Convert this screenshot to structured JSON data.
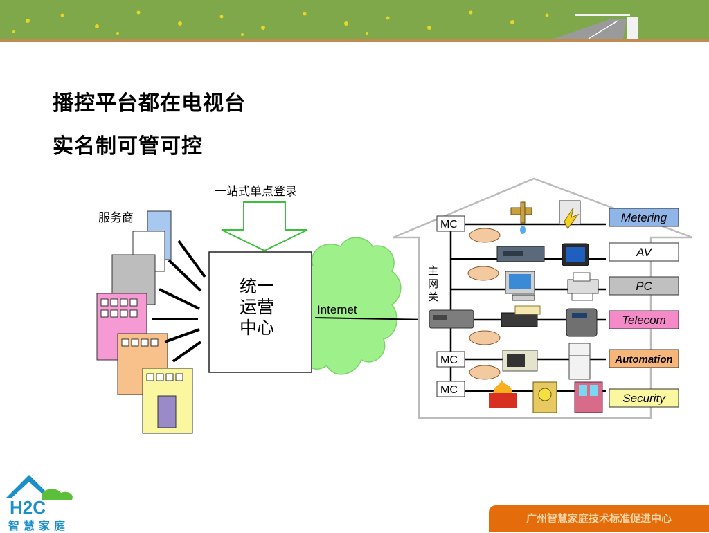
{
  "slide": {
    "heading_line1": "播控平台都在电视台",
    "heading_line2": "实名制可管可控"
  },
  "diagram": {
    "sso_label": "一站式单点登录",
    "service_provider_label": "服务商",
    "center_line1": "统一",
    "center_line2": "运营",
    "center_line3": "中心",
    "internet_label": "Internet",
    "gateway_label": "主网关",
    "mc_label": "MC",
    "categories": [
      {
        "label": "Metering",
        "color": "#8fb6e6"
      },
      {
        "label": "AV",
        "color": "#ffffff"
      },
      {
        "label": "PC",
        "color": "#c0c0c0"
      },
      {
        "label": "Telecom",
        "color": "#f58ac8"
      },
      {
        "label": "Automation",
        "color": "#f6b67a"
      },
      {
        "label": "Security",
        "color": "#fbf7a0"
      }
    ]
  },
  "logo": {
    "mark_text": "H2C",
    "caption": "智慧家庭"
  },
  "footer": {
    "org_name": "广州智慧家庭技术标准促进中心"
  },
  "colors": {
    "accent_orange": "#e46c0a",
    "cloud_green": "#99ee77",
    "logo_blue": "#1b8fc9"
  }
}
